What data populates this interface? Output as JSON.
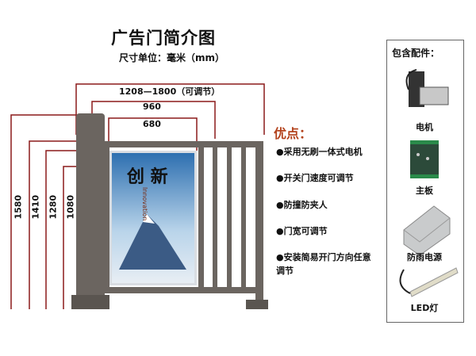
{
  "title": "广告门简介图",
  "subtitle": "尺寸单位：毫米（mm）",
  "dimensions": {
    "total_width": "1208—1800（可调节）",
    "width_960": "960",
    "width_680": "680",
    "h1580": "1580",
    "h1410": "1410",
    "h1280": "1280",
    "h1080": "1080"
  },
  "poster": {
    "big_text": "创 新",
    "english": "Innovation"
  },
  "advantages": {
    "title": "优点：",
    "items": [
      "●采用无刷一体式电机",
      "●开关门速度可调节",
      "●防撞防夹人",
      "●门宽可调节",
      "●安装简易开门方向任意调节"
    ]
  },
  "accessories": {
    "title": "包含配件：",
    "items": [
      "电机",
      "主板",
      "防雨电源",
      "LED灯"
    ]
  },
  "colors": {
    "dimension_line": "#8b1a1a",
    "gate": "#6b6560",
    "advantage_title": "#b3421c"
  }
}
